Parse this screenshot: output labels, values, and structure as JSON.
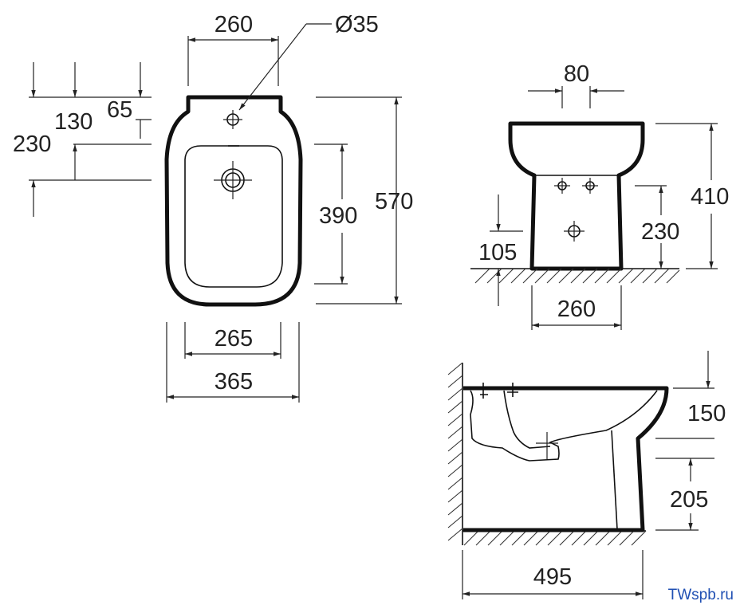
{
  "colors": {
    "line": "#111111",
    "text": "#222222",
    "watermark": "#1f4fb3"
  },
  "top_view": {
    "width_outer": "365",
    "width_inner": "265",
    "top_width": "260",
    "hole_diameter": "Ø35",
    "length_total": "570",
    "basin_length": "390",
    "offset_65": "65",
    "offset_130": "130",
    "offset_230": "230"
  },
  "front_view": {
    "tap_spacing": "80",
    "total_height": "410",
    "waste_height": "230",
    "inlet_height": "105",
    "base_width": "260"
  },
  "side_view": {
    "depth": "495",
    "rim_offset": "150",
    "outlet_height": "205"
  },
  "watermark": "TWspb.ru"
}
